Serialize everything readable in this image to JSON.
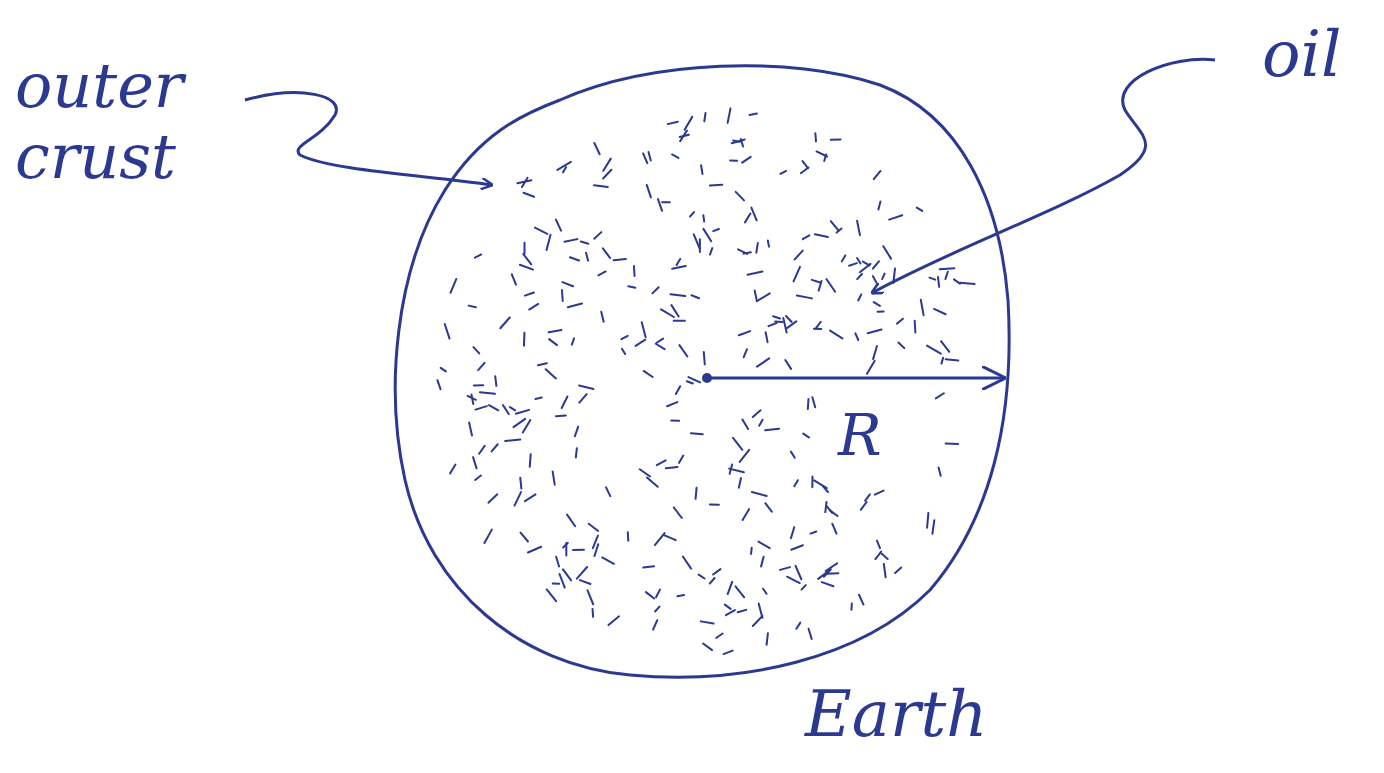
{
  "diagram": {
    "labels": [
      "outer crust",
      "oil",
      "R",
      "Earth"
    ]
  }
}
